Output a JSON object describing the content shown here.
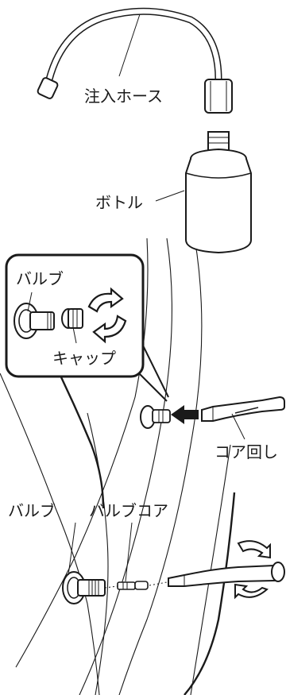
{
  "labels": {
    "hose": "注入ホース",
    "bottle": "ボトル",
    "inset_valve": "バルブ",
    "inset_cap": "キャップ",
    "core_tool": "コア回し",
    "bottom_valve": "バルブ",
    "valve_core": "バルブコア"
  },
  "colors": {
    "line": "#1a1a1a",
    "background": "#ffffff",
    "part_fill": "#ffffff"
  },
  "icons": {
    "inset_rotation": "circular-arrows-icon",
    "bottom_rotation": "circular-arrows-icon",
    "insert_arrow": "arrow-left-icon"
  }
}
